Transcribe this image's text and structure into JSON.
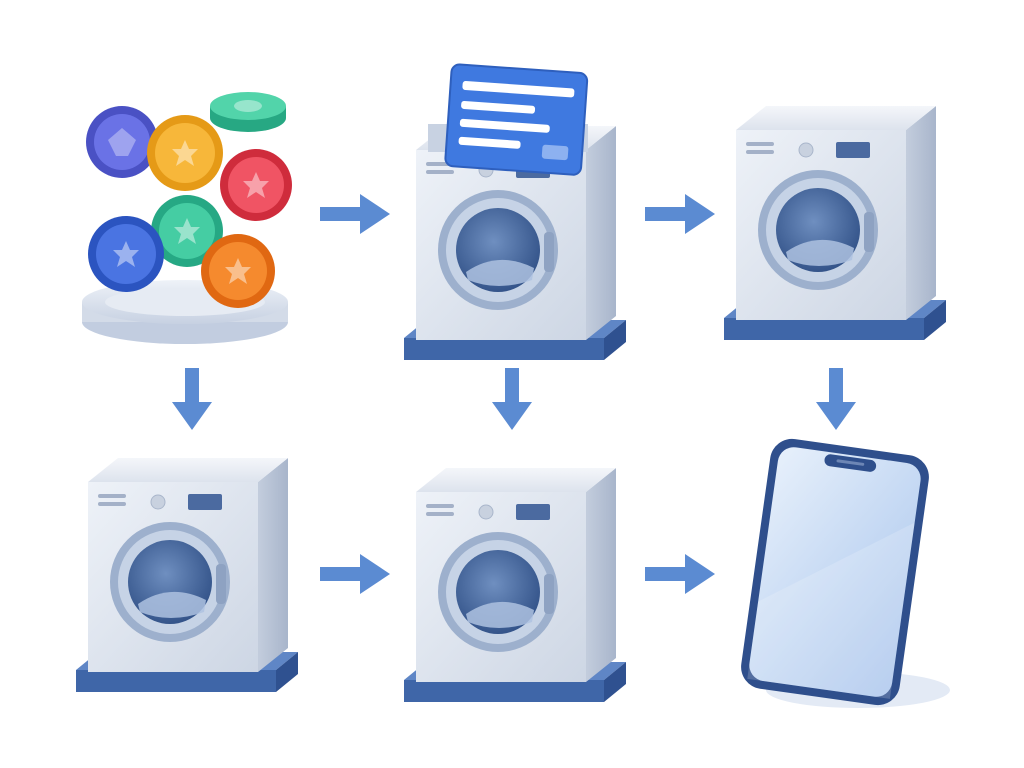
{
  "diagram": {
    "nodes": [
      {
        "id": "tokens",
        "kind": "coin-stack",
        "icon": "coins-icon"
      },
      {
        "id": "washer-card",
        "kind": "washing-machine-with-card",
        "icon": "washing-machine-icon"
      },
      {
        "id": "washer-top-right",
        "kind": "washing-machine",
        "icon": "washing-machine-icon"
      },
      {
        "id": "washer-bottom-left",
        "kind": "washing-machine",
        "icon": "washing-machine-icon"
      },
      {
        "id": "washer-bottom-middle",
        "kind": "washing-machine",
        "icon": "washing-machine-icon"
      },
      {
        "id": "phone",
        "kind": "smartphone",
        "icon": "smartphone-icon"
      }
    ],
    "edges": [
      {
        "from": "tokens",
        "to": "washer-card",
        "direction": "right"
      },
      {
        "from": "washer-card",
        "to": "washer-top-right",
        "direction": "right"
      },
      {
        "from": "tokens",
        "to": "washer-bottom-left",
        "direction": "down"
      },
      {
        "from": "washer-card",
        "to": "washer-bottom-middle",
        "direction": "down"
      },
      {
        "from": "washer-top-right",
        "to": "phone",
        "direction": "down"
      },
      {
        "from": "washer-bottom-left",
        "to": "washer-bottom-middle",
        "direction": "right"
      },
      {
        "from": "washer-bottom-middle",
        "to": "phone",
        "direction": "right"
      }
    ],
    "colors": {
      "arrow": "#5b8bd2",
      "machine_body": "#dfe5ef",
      "machine_side": "#b9c4d6",
      "machine_base": "#3f66a8",
      "door_ring": "#8fa4c4",
      "drum": "#4b6fa3",
      "card": "#3f79e0",
      "phone_frame": "#2f4f8c",
      "phone_screen": "#cfe0f7",
      "coins": [
        "#5b63d9",
        "#f2a623",
        "#e8424f",
        "#3fc6a0",
        "#3b67d6",
        "#f07a1e",
        "#35c79a"
      ]
    }
  }
}
